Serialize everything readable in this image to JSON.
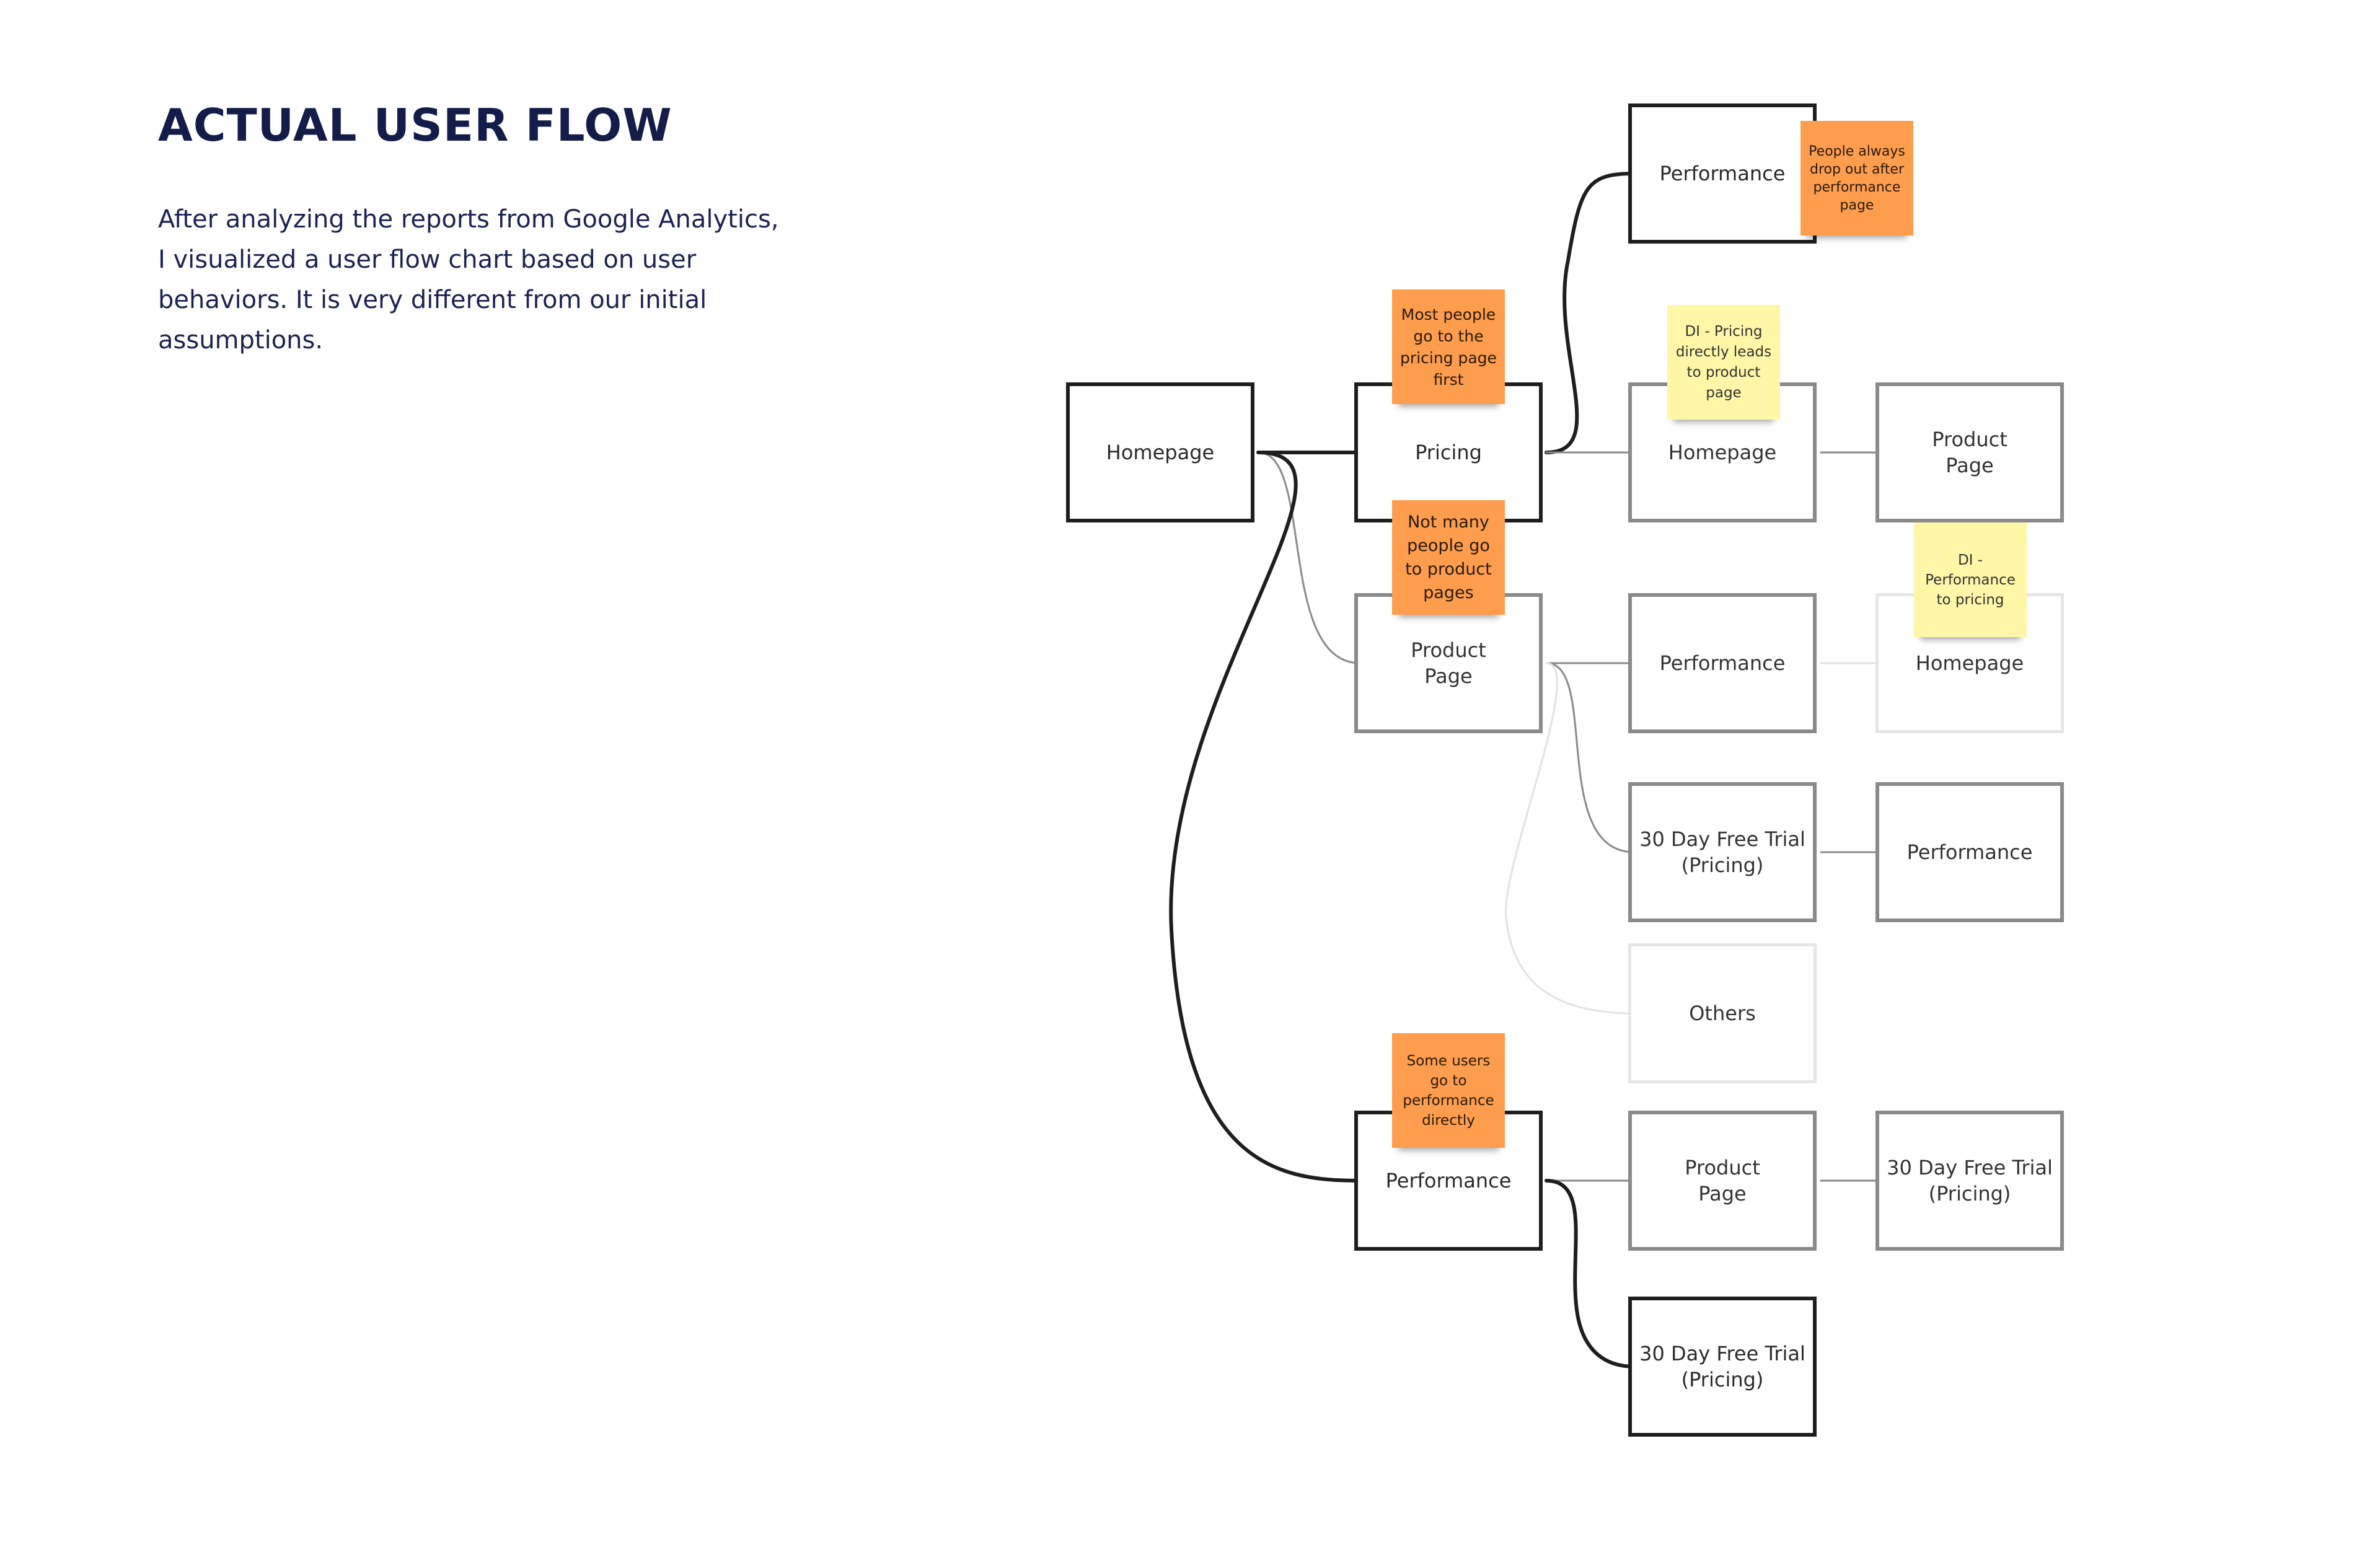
{
  "title": "ACTUAL USER FLOW",
  "intro_lines": [
    "After analyzing the reports from Google Analytics,",
    "I visualized a user flow chart based on user",
    "behaviors. It is very different from our initial",
    "assumptions."
  ],
  "nodes": {
    "homepage_start": "Homepage",
    "pricing": "Pricing",
    "product_page": "Product\nPage",
    "performance_entry": "Performance",
    "performance_top": "Performance",
    "homepage_from_pricing": "Homepage",
    "product_page_from_homepage": "Product\nPage",
    "performance_from_product": "Performance",
    "homepage_faint": "Homepage",
    "trial_from_product": "30 Day Free Trial\n(Pricing)",
    "performance_from_trial": "Performance",
    "others": "Others",
    "product_page_from_performance": "Product\nPage",
    "trial_from_product_page": "30 Day Free Trial\n(Pricing)",
    "trial_from_performance": "30 Day Free Trial\n(Pricing)"
  },
  "notes": {
    "drop_out": "People always\ndrop out after\nperformance\npage",
    "pricing_first": "Most people\ngo to the\npricing page\nfirst",
    "pricing_to_product": "DI - Pricing\ndirectly leads\nto product\npage",
    "few_product": "Not many\npeople go\nto product\npages",
    "performance_to_pricing": "DI -\nPerformance\nto pricing",
    "performance_direct": "Some users\ngo to\nperformance\ndirectly"
  },
  "colors": {
    "title": "#141c4a",
    "strong_edge": "#1e1e1e",
    "medium_edge": "#8a8a8a",
    "faint_edge": "#e6e6e6",
    "note_orange": "#fd9d4d",
    "note_yellow": "#fff6a7"
  }
}
